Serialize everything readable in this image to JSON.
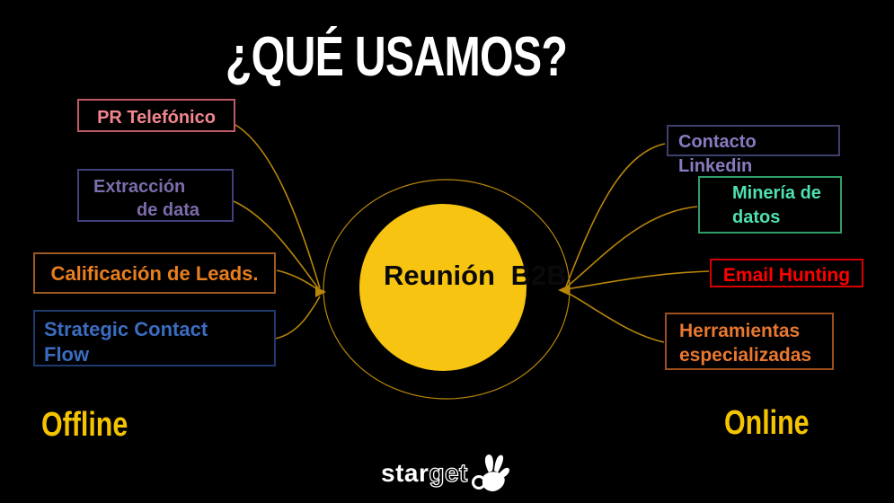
{
  "title": "¿QUÉ USAMOS?",
  "center_node": {
    "line1": "Reunión",
    "line2": "B2B",
    "fill_color": "#f7c411",
    "text_color": "#0a0a0a"
  },
  "connector_color": "#b8860b",
  "section_labels": {
    "offline": "Offline",
    "online": "Online",
    "color": "#f5c400"
  },
  "nodes": {
    "left": [
      {
        "name": "pr-telefonico",
        "lines": [
          "PR Telefónico"
        ],
        "text_color": "#f2858d",
        "border_color": "#c05a66"
      },
      {
        "name": "extraccion-de-data",
        "lines": [
          "Extracción",
          "de data"
        ],
        "text_color": "#7d6cab",
        "border_color": "#41417c"
      },
      {
        "name": "calificacion-de-leads",
        "lines": [
          "Calificación de Leads."
        ],
        "text_color": "#e87e1e",
        "border_color": "#9e5a20"
      },
      {
        "name": "strategic-contact-flow",
        "lines": [
          "Strategic Contact",
          "Flow"
        ],
        "text_color": "#3a6cc0",
        "border_color": "#1e3a6e"
      }
    ],
    "right": [
      {
        "name": "contacto-linkedin",
        "lines": [
          "Contacto",
          "Linkedin"
        ],
        "text_color": "#8a7abf",
        "border_color": "#3f3f6e"
      },
      {
        "name": "mineria-de-datos",
        "lines": [
          "Minería de",
          "datos"
        ],
        "text_color": "#4fe0ae",
        "border_color": "#2f9e68"
      },
      {
        "name": "email-hunting",
        "lines": [
          "Email Hunting"
        ],
        "text_color": "#ff0000",
        "border_color": "#d40000"
      },
      {
        "name": "herramientas-especializadas",
        "lines": [
          "Herramientas",
          "especializadas"
        ],
        "text_color": "#e87830",
        "border_color": "#9e4f1e"
      }
    ]
  },
  "logo": {
    "solid": "star",
    "outline": "get",
    "icon": "ok-hand-icon"
  }
}
